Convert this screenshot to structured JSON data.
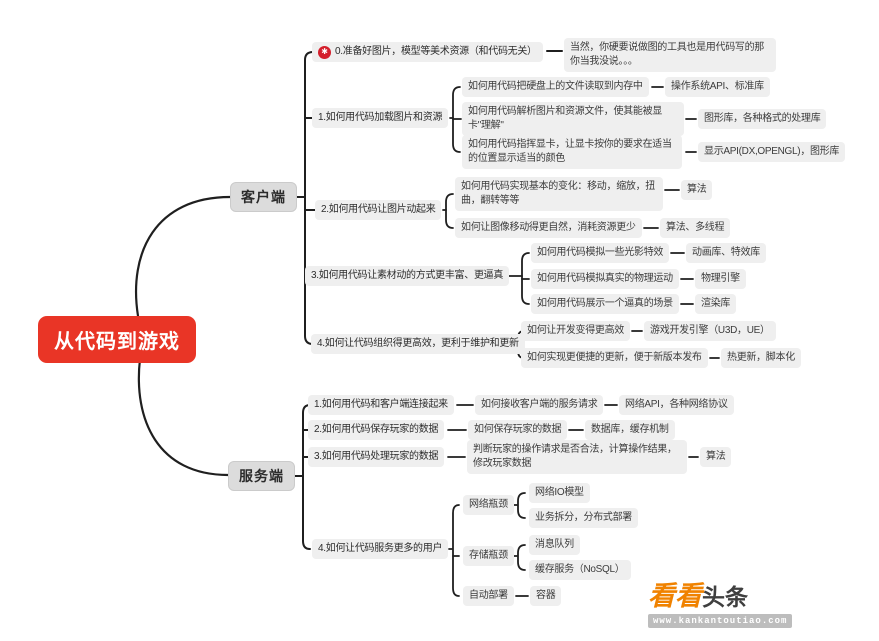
{
  "root": {
    "label": "从代码到游戏",
    "bg_color": "#e93526"
  },
  "icons": {
    "priority_star": "✱"
  },
  "line_color": "#1f1f1f",
  "client": {
    "label": "客户端",
    "topics": [
      {
        "label": "0.准备好图片，模型等美术资源（和代码无关）",
        "icon": "priority-star-icon",
        "note": "当然，你硬要说做图的工具也是用代码写的那你当我没说。。。"
      },
      {
        "label": "1.如何用代码加载图片和资源",
        "children": [
          {
            "label": "如何用代码把硬盘上的文件读取到内存中",
            "detail": "操作系统API、标准库"
          },
          {
            "label": "如何用代码解析图片和资源文件，使其能被显卡\"理解\"",
            "detail": "图形库，各种格式的处理库"
          },
          {
            "label": "如何用代码指挥显卡，让显卡按你的要求在适当的位置显示适当的颜色",
            "detail": "显示API(DX,OPENGL)，图形库"
          }
        ]
      },
      {
        "label": "2.如何用代码让图片动起来",
        "children": [
          {
            "label": "如何用代码实现基本的变化：移动，缩放，扭曲，翻转等等",
            "detail": "算法"
          },
          {
            "label": "如何让图像移动得更自然，消耗资源更少",
            "detail": "算法、多线程"
          }
        ]
      },
      {
        "label": "3.如何用代码让素材动的方式更丰富、更逼真",
        "children": [
          {
            "label": "如何用代码模拟一些光影特效",
            "detail": "动画库、特效库"
          },
          {
            "label": "如何用代码模拟真实的物理运动",
            "detail": "物理引擎"
          },
          {
            "label": "如何用代码展示一个逼真的场景",
            "detail": "渲染库"
          }
        ]
      },
      {
        "label": "4.如何让代码组织得更高效，更利于维护和更新",
        "children": [
          {
            "label": "如何让开发变得更高效",
            "detail": "游戏开发引擎（U3D，UE）"
          },
          {
            "label": "如何实现更便捷的更新，便于新版本发布",
            "detail": "热更新，脚本化"
          }
        ]
      }
    ]
  },
  "server": {
    "label": "服务端",
    "topics": [
      {
        "label": "1.如何用代码和客户端连接起来",
        "mid": "如何接收客户端的服务请求",
        "detail": "网络API，各种网络协议"
      },
      {
        "label": "2.如何用代码保存玩家的数据",
        "mid": "如何保存玩家的数据",
        "detail": "数据库，缓存机制"
      },
      {
        "label": "3.如何用代码处理玩家的数据",
        "mid": "判断玩家的操作请求是否合法，计算操作结果，修改玩家数据",
        "detail": "算法"
      },
      {
        "label": "4.如何让代码服务更多的用户",
        "children": [
          {
            "label": "网络瓶颈",
            "children": [
              {
                "label": "网络IO模型"
              },
              {
                "label": "业务拆分，分布式部署"
              }
            ]
          },
          {
            "label": "存储瓶颈",
            "children": [
              {
                "label": "消息队列"
              },
              {
                "label": "缓存服务（NoSQL）"
              }
            ]
          },
          {
            "label": "自动部署",
            "detail": "容器"
          }
        ]
      }
    ]
  },
  "watermark": {
    "brand_left": "看看",
    "brand_right": "头条",
    "brand_color": "#f08200",
    "url": "www.kankantoutiao.com"
  }
}
